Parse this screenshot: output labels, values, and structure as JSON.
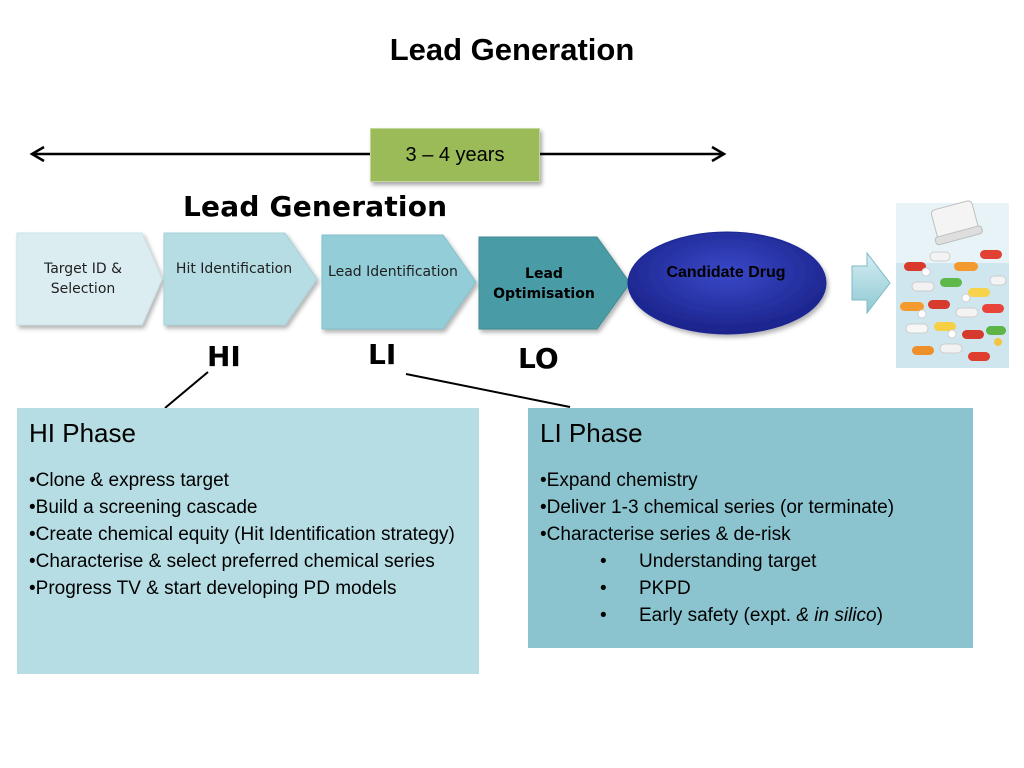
{
  "title": "Lead Generation",
  "timeline": {
    "duration_label": "3 – 4 years"
  },
  "chain": {
    "title": "Lead Generation",
    "steps": [
      {
        "label": "Target ID & Selection",
        "color": "#dcedf1"
      },
      {
        "label": "Hit Identification",
        "color": "#b7dde4"
      },
      {
        "label": "Lead Identification",
        "color": "#92cdd8"
      },
      {
        "label": "Lead Optimisation",
        "color": "#4a9ba6"
      }
    ],
    "candidate": {
      "label": "Candidate Drug",
      "color": "#2230a4"
    }
  },
  "phase_codes": [
    "HI",
    "LI",
    "LO"
  ],
  "hi_phase": {
    "title": "HI Phase",
    "items": [
      "•Clone & express target",
      "•Build a screening cascade",
      "•Create chemical equity (Hit Identification strategy)",
      "•Characterise & select preferred chemical series",
      "•Progress TV & start developing PD models"
    ]
  },
  "li_phase": {
    "title": "LI Phase",
    "items": [
      "•Expand chemistry",
      "•Deliver 1-3 chemical series (or terminate)",
      "•Characterise series & de-risk"
    ],
    "sub_items": [
      "Understanding target",
      "PKPD"
    ],
    "last_sub": {
      "prefix": "Early safety (expt. ",
      "italic": "& in silico",
      "suffix": ")"
    }
  },
  "colors": {
    "duration_box": "#9bbb59",
    "hi_box": "#b7dde4",
    "li_box": "#8bc4cf",
    "arrow_next": "#a6d6df"
  },
  "image": {
    "icon": "pills-photo-icon"
  }
}
